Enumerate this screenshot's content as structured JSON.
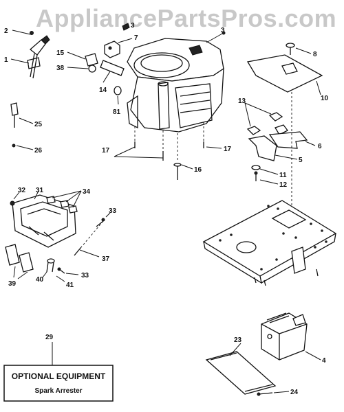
{
  "watermark": "AppliancePartsPros.com",
  "optional_box": {
    "title": "OPTIONAL EQUIPMENT",
    "subtitle": "Spark Arrester",
    "callout": "29"
  },
  "callouts": {
    "c1": "1",
    "c2": "2",
    "c3": "3",
    "c4": "4",
    "c5": "5",
    "c6": "6",
    "c7": "7",
    "c8": "8",
    "c10": "10",
    "c11": "11",
    "c12": "12",
    "c13": "13",
    "c14": "14",
    "c15": "15",
    "c16": "16",
    "c17a": "17",
    "c17b": "17",
    "c23": "23",
    "c24": "24",
    "c25": "25",
    "c26": "26",
    "c31": "31",
    "c32": "32",
    "c33a": "33",
    "c33b": "33",
    "c34": "34",
    "c37": "37",
    "c38": "38",
    "c39": "39",
    "c40": "40",
    "c41": "41",
    "c81": "81"
  }
}
